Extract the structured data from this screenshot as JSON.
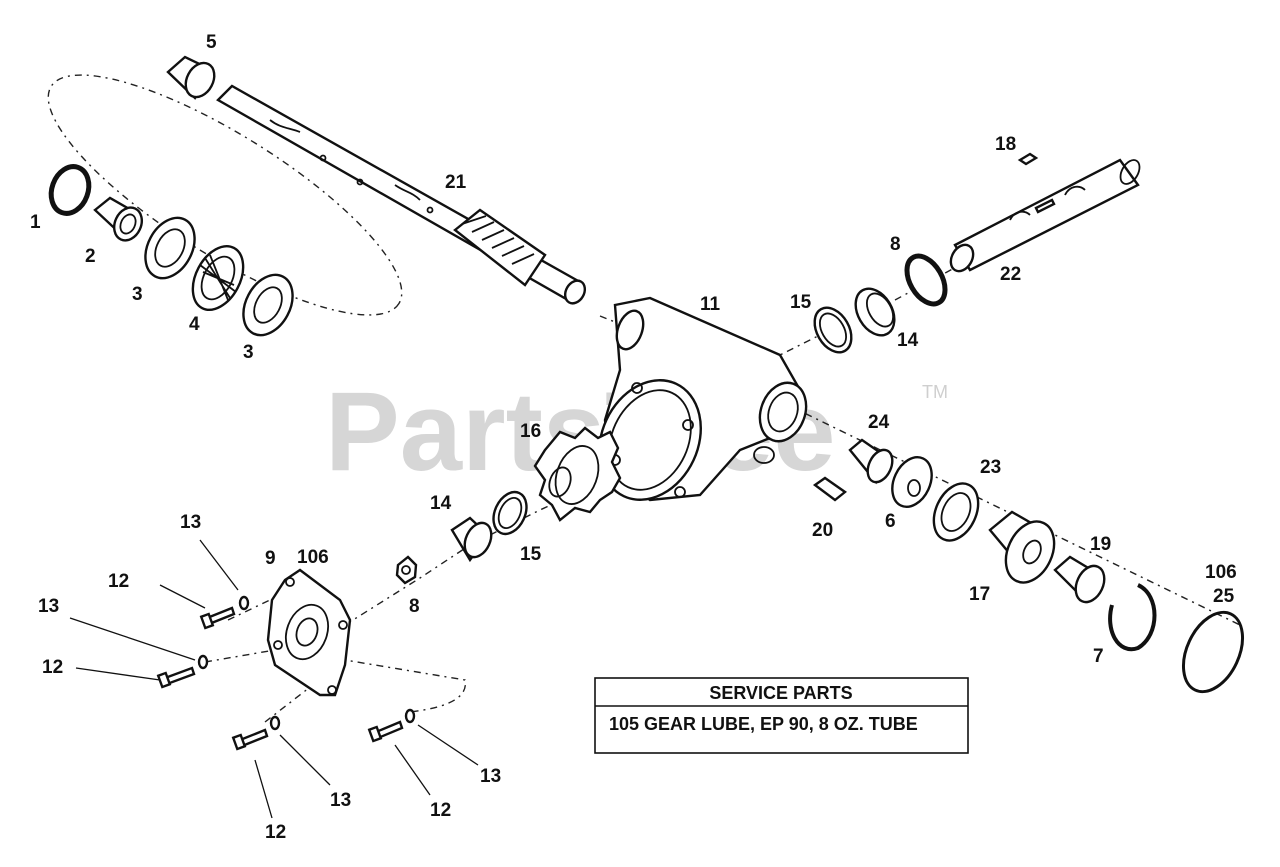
{
  "watermark": {
    "text": "PartsTree",
    "trademark": "TM"
  },
  "service_parts": {
    "title": "SERVICE PARTS",
    "line": "105 GEAR LUBE, EP 90, 8 OZ. TUBE"
  },
  "labels": {
    "p1": "1",
    "p2": "2",
    "p3": "3",
    "p4": "4",
    "p3b": "3",
    "p5": "5",
    "p21": "21",
    "p11": "11",
    "p18": "18",
    "p8a": "8",
    "p22": "22",
    "p15a": "15",
    "p14a": "14",
    "p16": "16",
    "p24": "24",
    "p23": "23",
    "p6": "6",
    "p20": "20",
    "p14b": "14",
    "p15b": "15",
    "p8b": "8",
    "p9": "9",
    "p106a": "106",
    "p13a": "13",
    "p12a": "12",
    "p13b": "13",
    "p12b": "12",
    "p12c": "12",
    "p13c": "13",
    "p12d": "12",
    "p13d": "13",
    "p17": "17",
    "p19": "19",
    "p7": "7",
    "p106b": "106",
    "p25": "25"
  }
}
